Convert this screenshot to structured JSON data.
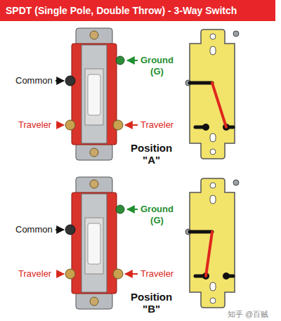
{
  "diagram": {
    "title": "SPDT (Single Pole, Double Throw) - 3-Way Switch",
    "labels": [
      "Ground (G)",
      "Common",
      "Traveler",
      "Traveler",
      "Position \"A\"",
      "Ground (G)",
      "Common",
      "Traveler",
      "Traveler",
      "Position \"B\"",
      "知乎 @百贼"
    ]
  }
}
